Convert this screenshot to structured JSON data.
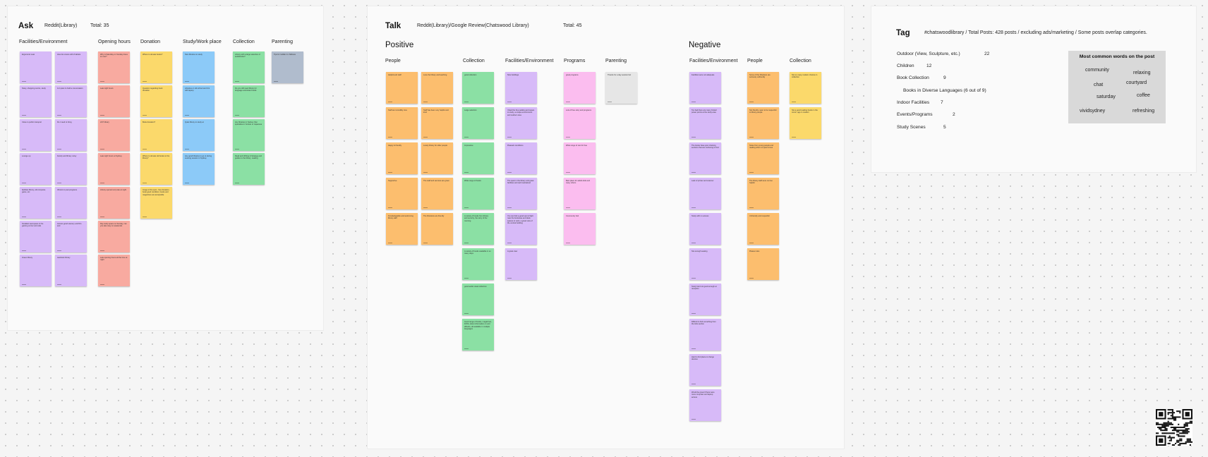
{
  "colors": {
    "purple": "#d7baf8",
    "salmon": "#f8aaa0",
    "yellow": "#fbd96b",
    "blue": "#8ccaf8",
    "green": "#8be0a4",
    "slate": "#b0bccd",
    "orange": "#fcbe6e",
    "pink": "#fbbdef",
    "gray": "#e6e6e6"
  },
  "ask": {
    "title": "Ask",
    "source": "Reddit(Library)",
    "total": "Total: 35",
    "columns": [
      {
        "label": "Facilities/Environment",
        "color": "purple",
        "notes": [
          "Ergonomic seat",
          "How do ensure wifi of tablets",
          "Noisy, shopping centre, study",
          "Is it quiet to hold a conversation",
          "Close to public transport",
          "Do I need to bring",
          "Lounge up",
          "Family and library noisy",
          "facilities library, old computer, game, etc",
          "Vibrant in past programs",
          "Smallest seat space in the gaming corner and cafe",
          "Access good scenery and film and",
          "Green library",
          "Aesthetic library"
        ]
      },
      {
        "label": "Opening hours",
        "color": "salmon",
        "notes": [
          "Why is Saturday on Sunday times so rare?",
          "Late night hours",
          "24/7 library",
          "Late night hours at Sydney",
          "Library opened very late at night",
          "Day study space on Sunday, can you also stay on weekends",
          "Late opening hours all the time at night"
        ]
      },
      {
        "label": "Donation",
        "color": "yellow",
        "notes": [
          "Where to donate books?",
          "Question regarding book donation",
          "Book donation?",
          "Where to donate old books to the library?",
          "Image of the spot - free donation, book good condition, books and magazines are acceptable"
        ]
      },
      {
        "label": "Study/Work place",
        "color": "blue",
        "notes": [
          "Nice libraries to study",
          "Libraries or old school and Uni with laptop",
          "Quiet library to study at",
          "Any good libraries to go to during evening session in Sydney"
        ]
      },
      {
        "label": "Collection",
        "color": "green",
        "notes": [
          "Library with a large selection of audiobooks?",
          "Do you still need library for language and Asian books",
          "Any libraries in Sydney that specialise in Korean or Japanese",
          "Read and Writing & Strategy and guides to the library, reading"
        ]
      },
      {
        "label": "Parenting",
        "color": "slate",
        "notes": [
          "Tips for toddler in childcare"
        ]
      }
    ]
  },
  "talk": {
    "title": "Talk",
    "source": "Reddit(Library)/Google Review(Chatswood Library)",
    "total": "Total: 45",
    "positive_label": "Positive",
    "negative_label": "Negative",
    "positive_columns": [
      {
        "label": "People",
        "color": "orange",
        "notes": [
          "Helpful and staff",
          "Love the library and teaching",
          "Staff are incredibly nice",
          "Staff has been very helpful and kind",
          "Happy & friendly",
          "Lovely library for older people",
          "Supportive",
          "The staff and services are great",
          "Knowledgeable and welcoming library staff",
          "The librarians are friendly"
        ]
      },
      {
        "label": "Collection",
        "color": "green",
        "notes": [
          "good collection",
          "Large selection",
          "Impressive",
          "Wide range of books",
          "A variety of books from library and security, the story of the morning",
          "A variety of books available in so many ways",
          "good audio visual collection",
          "Good range of books, magazines, DVDs, latest information on and eBooks, all available in multiple languages"
        ]
      },
      {
        "label": "Facilities/Environment",
        "color": "purple",
        "notes": [
          "Nice buildings",
          "I liked the free parking and space to study, a unique environment and outdoor area",
          "Pleasant conditions",
          "The quiet in the library and great facilities and well maintained",
          "You can find a good spot of light near the bookcase and desk, spaces to work, a great view of the central building",
          "A great view"
        ]
      },
      {
        "label": "Programs",
        "color": "pink",
        "notes": [
          "great programs",
          "Lots of free story and programs",
          "Wide range of rest for free",
          "Best place for adults kids and many others",
          "Community hub"
        ]
      },
      {
        "label": "Parenting",
        "color": "gray",
        "notes": [
          "Thanks for a day session fair"
        ]
      }
    ],
    "negative_columns": [
      {
        "label": "Facilities/Environment",
        "color": "purple",
        "notes": [
          "Facilities were not adequate",
          "Too bad there are many limited power points at the study area",
          "The books have poor shelving sections that are confusing to find",
          "Lack of printer and scanner",
          "Study with no access",
          "Not enough seating",
          "Study hard not good enough at reception",
          "Difficult to find something from the kids section",
          "Hard to find place to charge devices",
          "Would be great if there were more computer and laptop access"
        ]
      },
      {
        "label": "People",
        "color": "orange",
        "notes": [
          "Some of the librarians are seriously unfriendly",
          "Not friendly, seen to be respectful to library people",
          "Noise from young people and reading when no quiet zones",
          "The library staff were not too helpful",
          "Unfriendly and respectful",
          "Please rules"
        ]
      },
      {
        "label": "Collection",
        "color": "yellow",
        "notes": [
          "Not so many modern choices in collection",
          "Not a good reading books in the comic, age in modern"
        ]
      }
    ]
  },
  "tag": {
    "title": "Tag",
    "subtitle": "#chatswoodlibrary / Total Posts: 428 posts / excluding ads/marketing / Some posts overlap categories.",
    "rows": [
      {
        "label": "Outdoor (View, Sculpture, etc.)",
        "count": "22"
      },
      {
        "label": "Children",
        "count": "12"
      },
      {
        "label": "Book Collection",
        "count": "9"
      },
      {
        "label": "Books in Diverse Languages (6 out of 9)",
        "count": ""
      },
      {
        "label": "Indoor Facilities",
        "count": "7"
      },
      {
        "label": "Events/Programs",
        "count": "2"
      },
      {
        "label": "Study Scenes",
        "count": "5"
      }
    ],
    "words_title": "Most common words on the post",
    "words": [
      "community",
      "relaxing",
      "chat",
      "courtyard",
      "saturday",
      "coffee",
      "vividsydney",
      "refreshing"
    ]
  }
}
